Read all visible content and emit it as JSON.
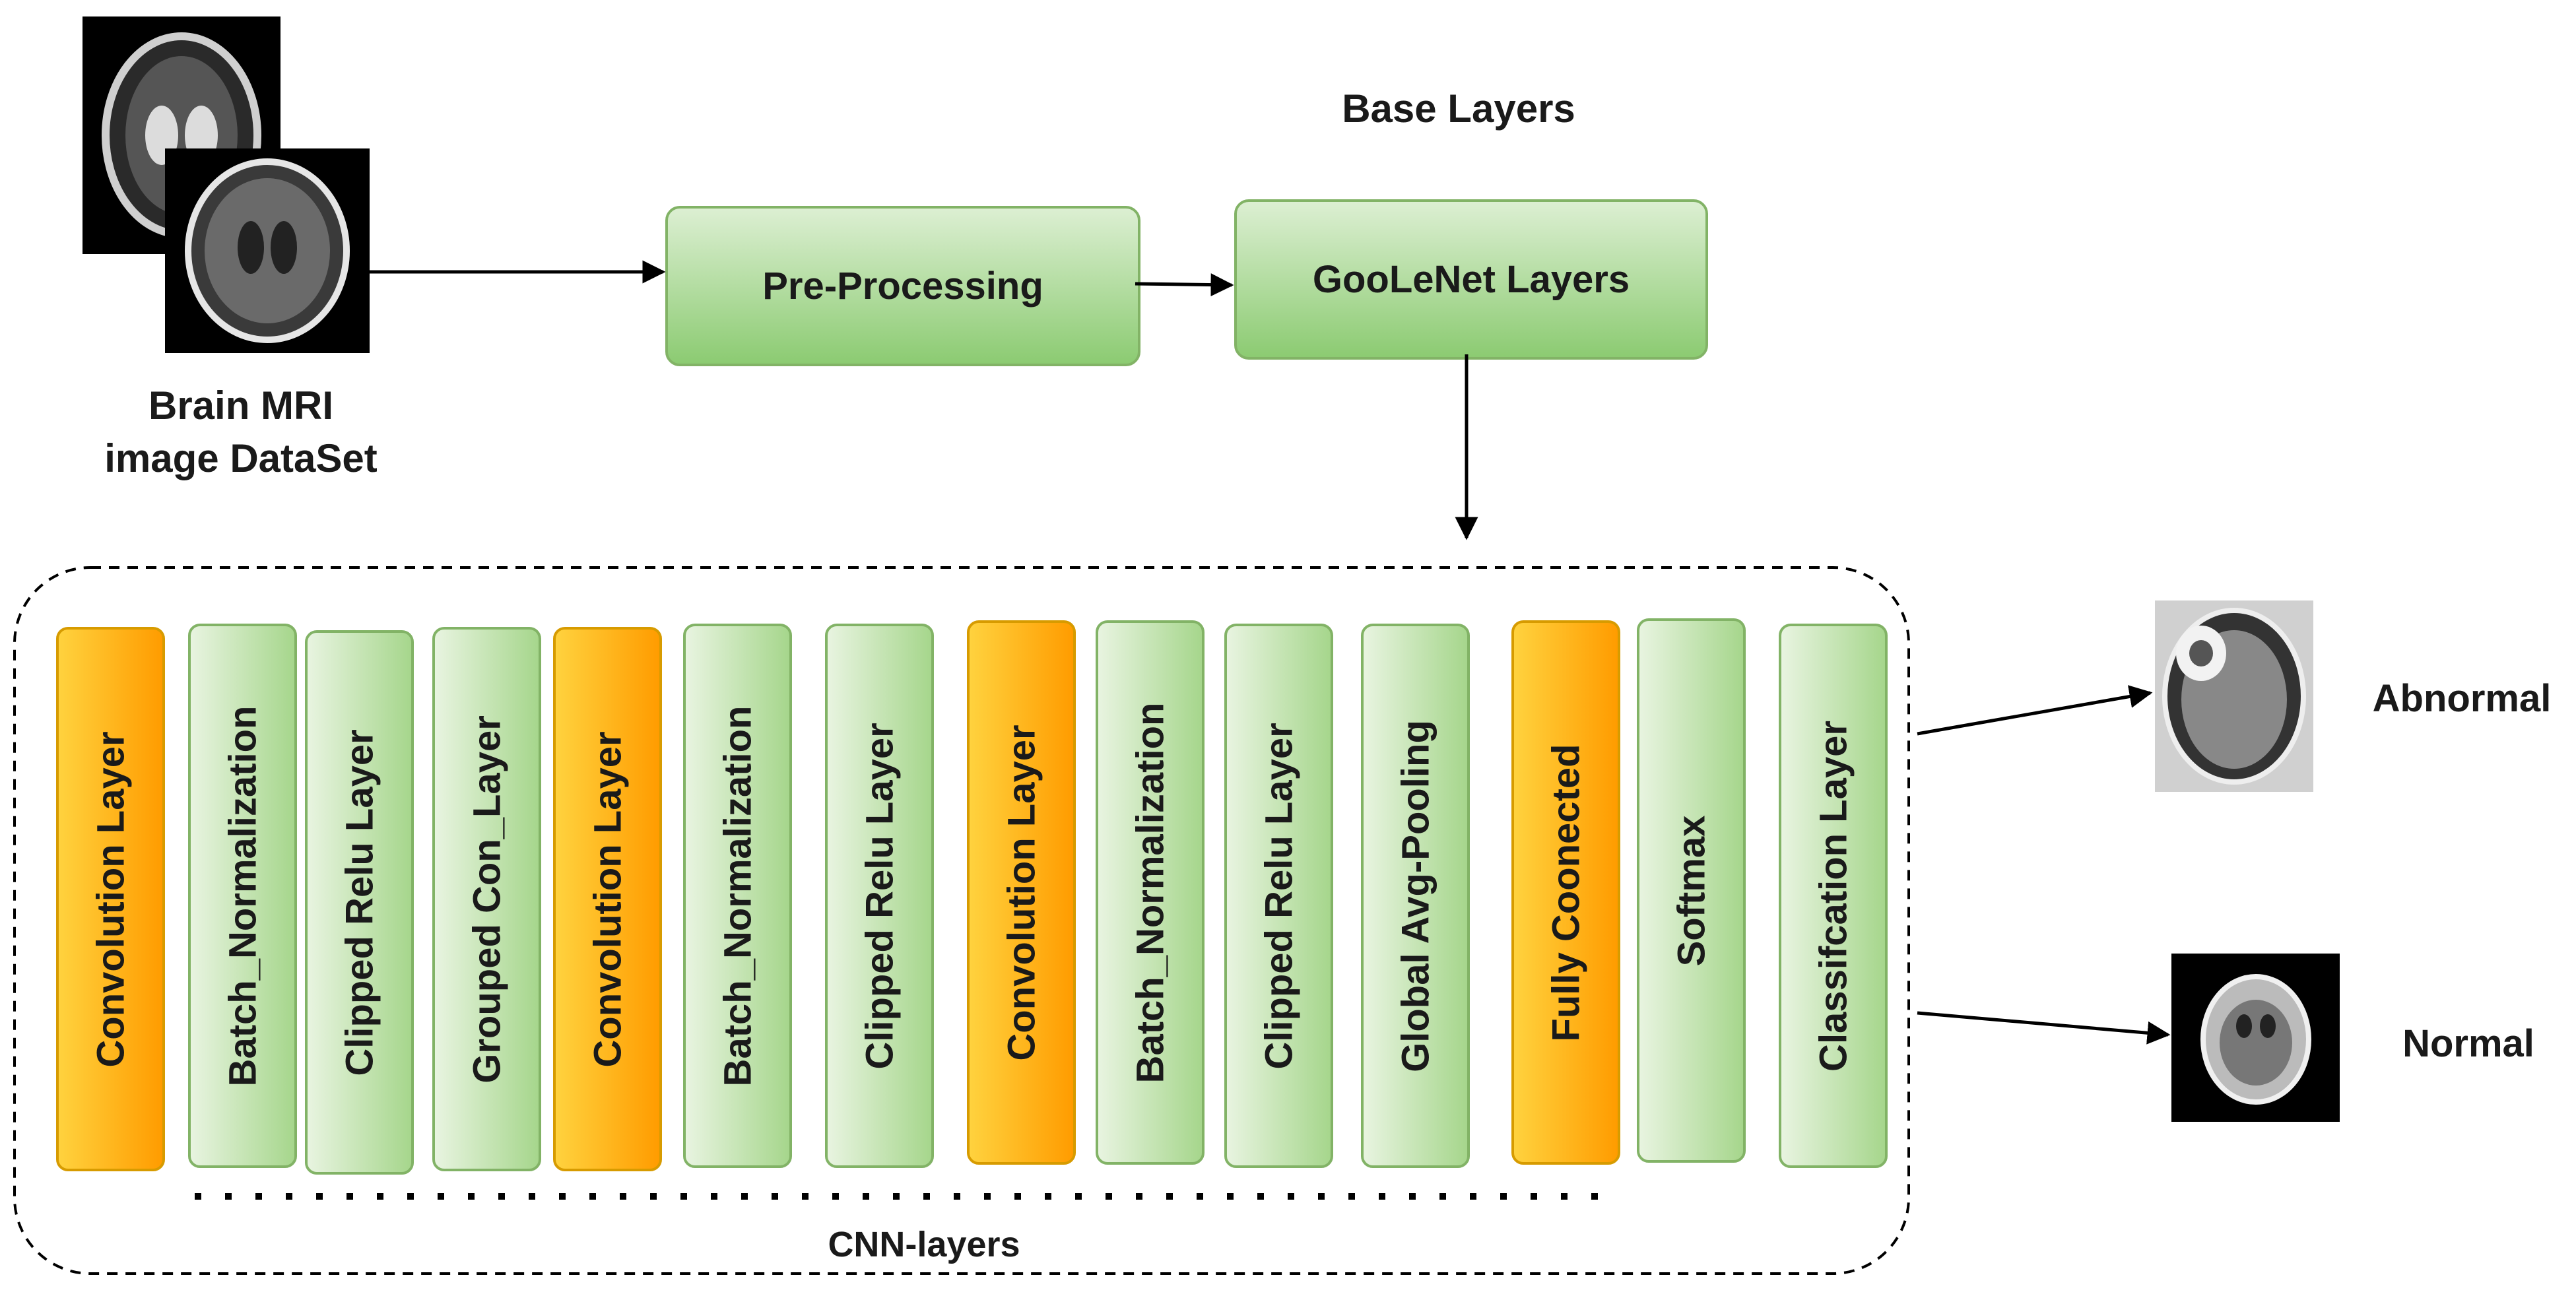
{
  "dataset": {
    "line1": "Brain MRI",
    "line2": "image DataSet"
  },
  "base_layers_title": "Base Layers",
  "nodes": {
    "preprocessing": "Pre-Processing",
    "googlenet": "GooLeNet Layers"
  },
  "cnn_layers": [
    {
      "label": "Convolution Layer",
      "kind": "convolution"
    },
    {
      "label": "Batch_Normalization",
      "kind": "standard"
    },
    {
      "label": "Clipped Relu Layer",
      "kind": "standard"
    },
    {
      "label": "Grouped Con_Layer",
      "kind": "standard"
    },
    {
      "label": "Convolution Layer",
      "kind": "convolution"
    },
    {
      "label": "Batch_Normalization",
      "kind": "standard"
    },
    {
      "label": "Clipped Relu Layer",
      "kind": "standard"
    },
    {
      "label": "Convolution Layer",
      "kind": "convolution"
    },
    {
      "label": "Batch_Normalization",
      "kind": "standard"
    },
    {
      "label": "Clipped Relu Layer",
      "kind": "standard"
    },
    {
      "label": "Global Avg-Pooling",
      "kind": "standard"
    },
    {
      "label": "Fully Coonected",
      "kind": "convolution"
    },
    {
      "label": "Softmax",
      "kind": "standard"
    },
    {
      "label": "Classifcation Layer",
      "kind": "standard"
    }
  ],
  "cnn_group_label": "CNN-layers",
  "outputs": {
    "abnormal": "Abnormal",
    "normal": "Normal"
  },
  "colors": {
    "green_box": "#a6d68c",
    "green_border": "#82b366",
    "orange_box": "#ffa500",
    "orange_border": "#d79b00"
  }
}
